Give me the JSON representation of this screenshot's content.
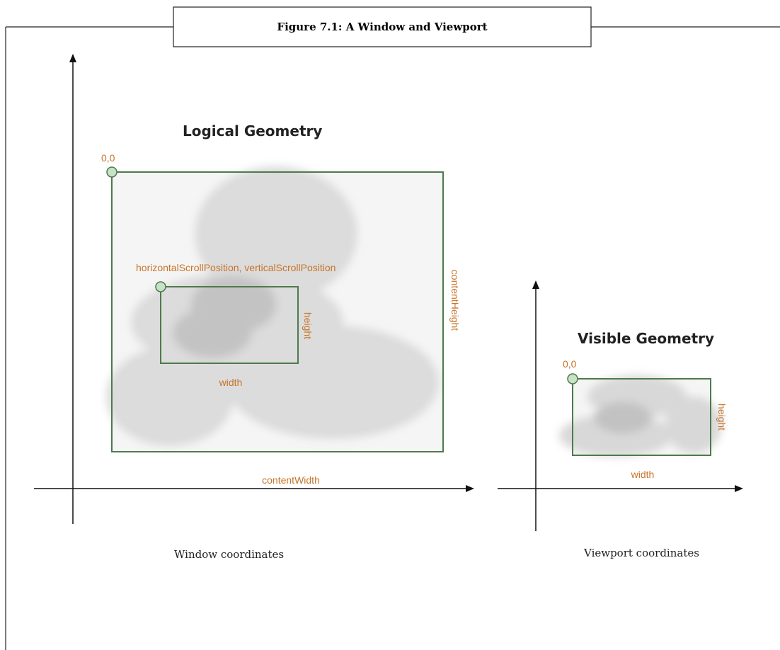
{
  "caption": "Figure 7.1: A Window and Viewport",
  "logical": {
    "heading": "Logical Geometry",
    "origin_label": "0,0",
    "scroll_label": "horizontalScrollPosition, verticalScrollPosition",
    "height_label": "height",
    "width_label": "width",
    "content_height_label": "contentHeight",
    "content_width_label": "contentWidth",
    "axis_caption": "Window coordinates"
  },
  "visible": {
    "heading": "Visible Geometry",
    "origin_label": "0,0",
    "height_label": "height",
    "width_label": "width",
    "axis_caption": "Viewport coordinates"
  },
  "colors": {
    "frame_green": "#4d7a4d",
    "handle_fill": "#c8e2c8",
    "label_orange": "#c8742a",
    "photo_tone": "#d4d4d4"
  }
}
